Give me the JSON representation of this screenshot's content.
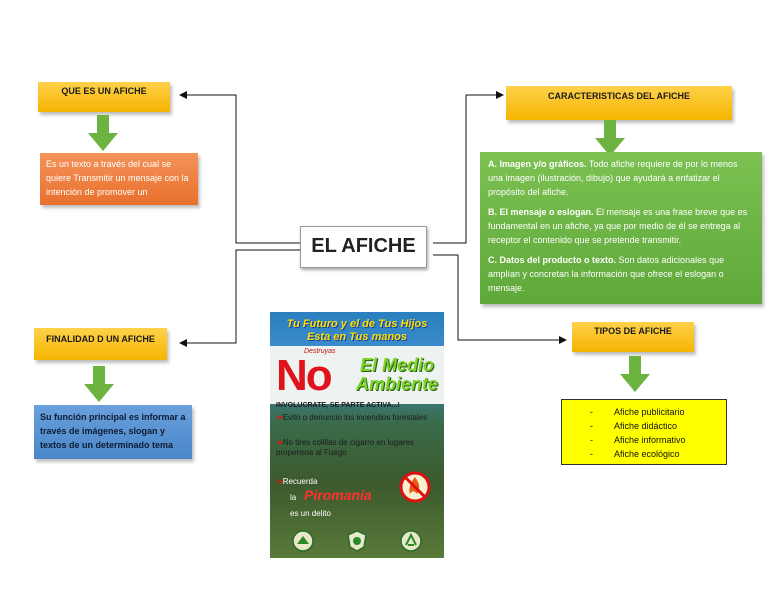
{
  "center": {
    "title": "EL AFICHE"
  },
  "que_es": {
    "header": "QUE ES UN AFICHE",
    "text": "Es un texto a través del cual se quiere Transmitir un mensaje con la intención de promover un"
  },
  "caracteristicas": {
    "header": "CARACTERISTICAS DEL AFICHE",
    "items": [
      {
        "label": "A. Imagen y/o gráficos.",
        "text": " Todo afiche requiere de por lo menos una imagen (ilustración, dibujo) que ayudará a enfatizar el propósito del afiche."
      },
      {
        "label": "B. El mensaje o eslogan.",
        "text": " El mensaje es una frase breve que es fundamental en un afiche, ya que por medio de él se entrega al receptor el contenido que se pretende transmitir."
      },
      {
        "label": "C. Datos del producto o texto.",
        "text": " Son datos adicionales que amplían y concretan la información que ofrece el eslogan o mensaje."
      }
    ]
  },
  "finalidad": {
    "header": "FINALIDAD D UN AFICHE",
    "text": "Su función principal es informar a través de imágenes, slogan y textos de un determinado tema"
  },
  "tipos": {
    "header": "TIPOS DE AFICHE",
    "items": [
      {
        "bullet": "-",
        "label": "Afiche publicitario"
      },
      {
        "bullet": "-",
        "label": "Afiche didáctico"
      },
      {
        "bullet": "-",
        "label": "Afiche informativo"
      },
      {
        "bullet": "-",
        "label": "Afiche ecológico"
      }
    ]
  },
  "poster": {
    "line1": "Tu Futuro y el de Tus Hijos",
    "line2": "Esta en Tus manos",
    "destruyas": "Destruyas",
    "no": "No",
    "medio1": "El Medio",
    "medio2": "Ambiente",
    "involucrate": "INVOLUCRATE, SE PARTE ACTIVA...!",
    "point1": "Evito o denuncio los incendios forestales",
    "point2": "No tires colillas de cigarro en lugares propensos al Fuego",
    "recuerda": "Recuerda",
    "la": "la",
    "piromania": "Piromanía",
    "delito": "es un delito",
    "colors": {
      "top": "#2a7fbf",
      "no": "#e0121b",
      "medio": "#7cd32a",
      "slogan": "#ffe000"
    }
  },
  "colors": {
    "header": "#f5b400",
    "orange_box": "#e8702c",
    "green_box": "#5fa83a",
    "blue_box": "#4a86c9",
    "yellow_box": "#ffff00",
    "arrow_green": "#6cb33f"
  }
}
